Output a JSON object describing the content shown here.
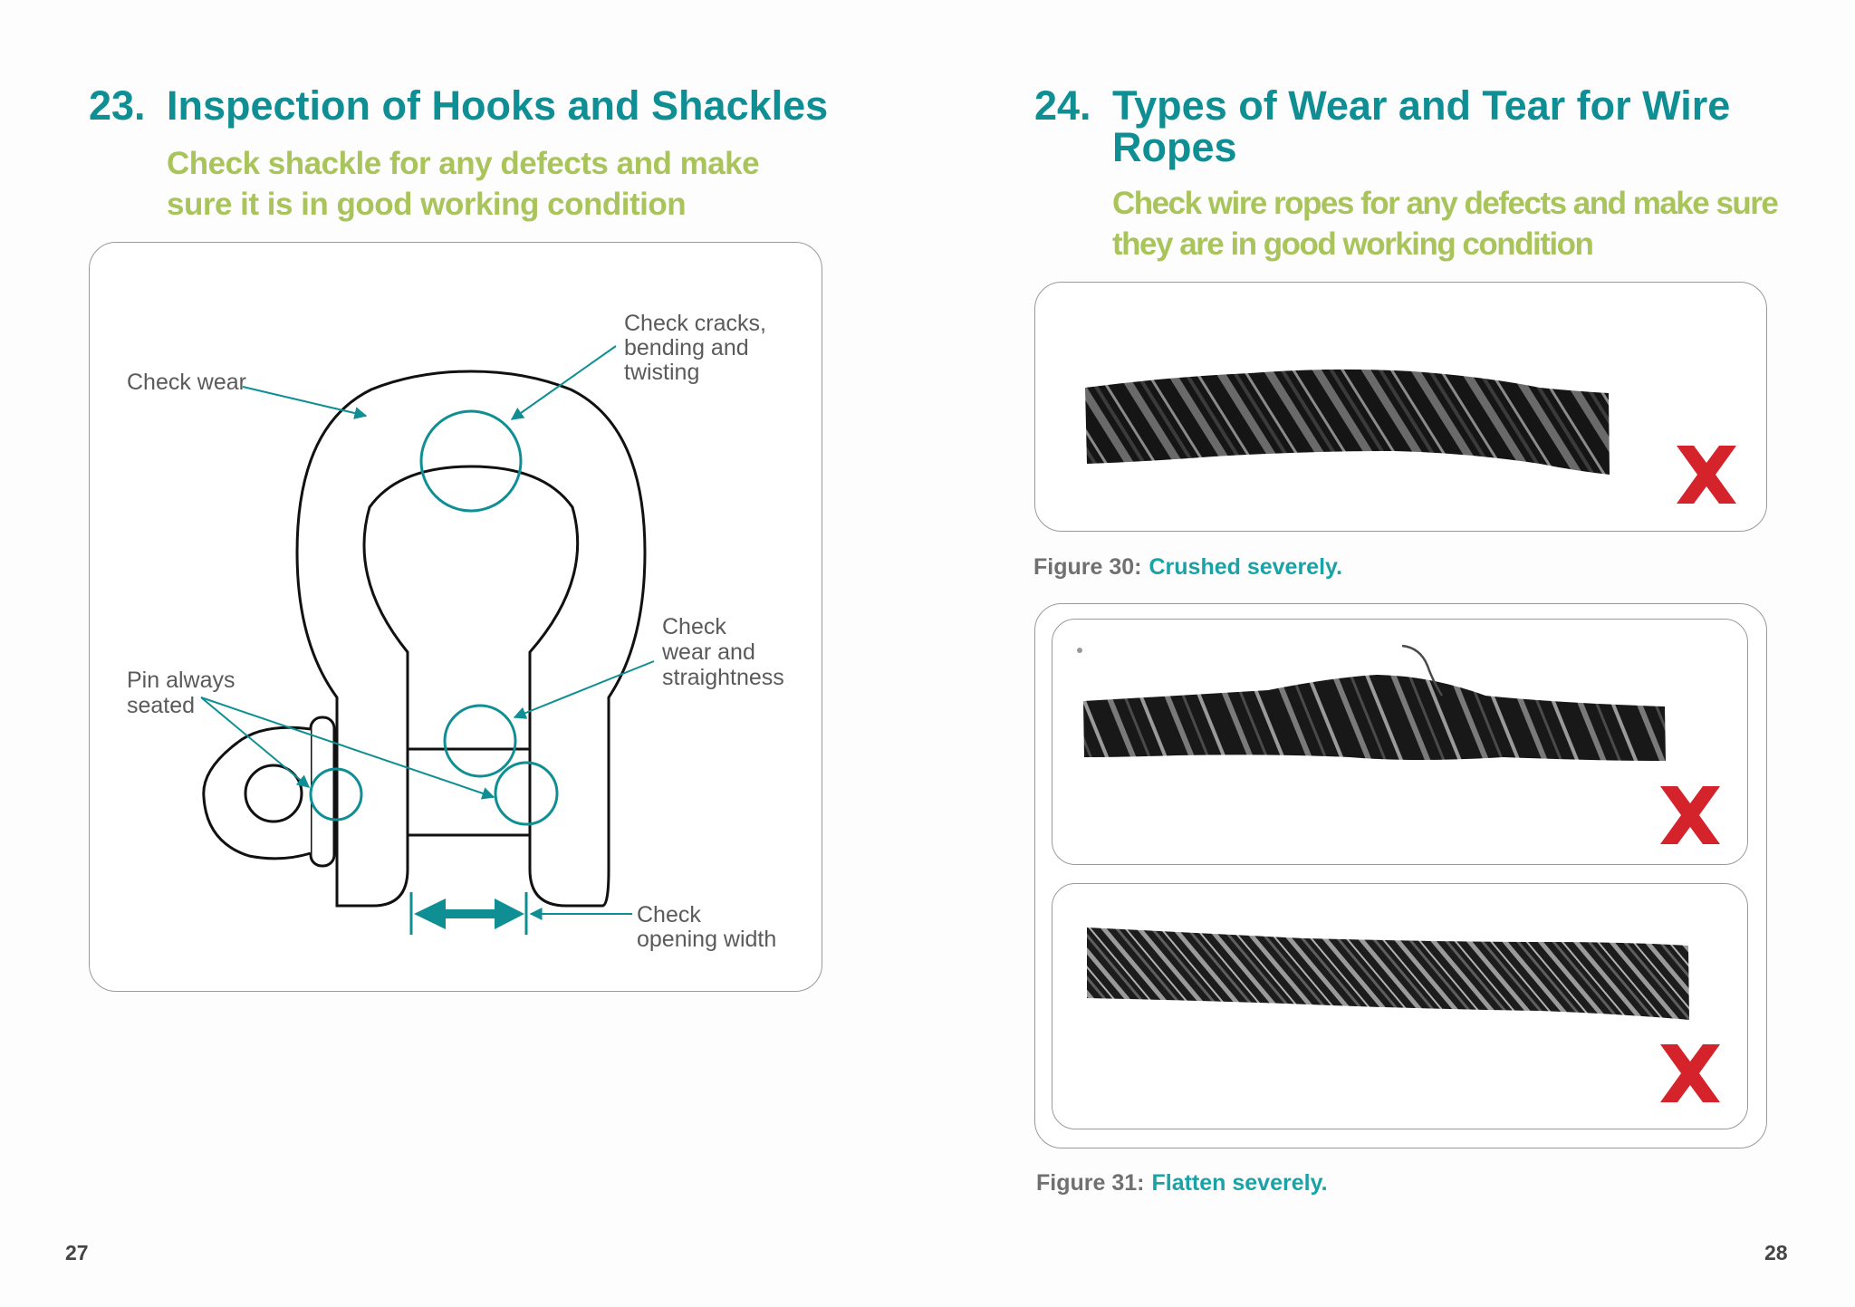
{
  "left_page": {
    "number": "23.",
    "title": "Inspection of Hooks and Shackles",
    "subtitle_lines": [
      "Check shackle for any defects and make",
      "sure it is in good working condition"
    ],
    "diagram_labels": {
      "check_wear": "Check wear",
      "cracks": [
        "Check cracks,",
        "bending and",
        "twisting"
      ],
      "wear_straight": [
        "Check",
        "wear and",
        "straightness"
      ],
      "pin": [
        "Pin always",
        "seated"
      ],
      "opening": [
        "Check",
        "opening width"
      ]
    },
    "page_number": "27"
  },
  "right_page": {
    "number": "24.",
    "title_lines": [
      "Types of Wear and Tear for Wire",
      "Ropes"
    ],
    "subtitle_lines": [
      "Check wire ropes for any defects and make sure",
      "they are in good working condition"
    ],
    "figure30": {
      "label": "Figure 30:",
      "text": "Crushed severely."
    },
    "figure31": {
      "label": "Figure 31:",
      "text": "Flatten severely."
    },
    "page_number": "28"
  },
  "colors": {
    "teal": "#0f8f93",
    "lime": "#a9c45a",
    "red_x": "#d4232b",
    "gray_text": "#5a5a5a"
  },
  "icons": [
    "reject-x-icon",
    "reject-x-icon",
    "reject-x-icon"
  ]
}
